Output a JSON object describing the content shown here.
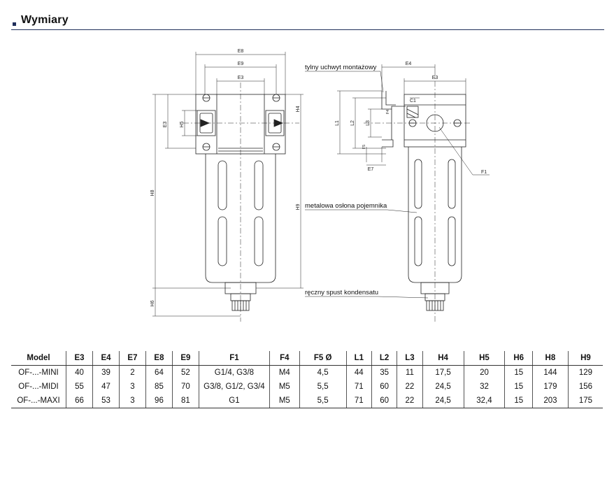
{
  "header": {
    "title": "Wymiary"
  },
  "drawing": {
    "front_labels": {
      "E8": "E8",
      "E9": "E9",
      "E3": "E3",
      "E3v": "E3",
      "H5": "H5",
      "H4": "H4",
      "H8": "H8",
      "H9": "H9",
      "H6": "H6"
    },
    "side_labels": {
      "E4": "E4",
      "E3": "E3",
      "C1": "C1",
      "L1": "L1",
      "L2": "L2",
      "L3": "L3",
      "F4": "F4",
      "F5": "F5",
      "E7": "E7",
      "F1": "F1"
    },
    "callouts": {
      "bracket": "tylny uchwyt montażowy",
      "bowl": "metalowa osłona pojemnika",
      "drain": "ręczny spust kondensatu"
    }
  },
  "table": {
    "columns": [
      "Model",
      "E3",
      "E4",
      "E7",
      "E8",
      "E9",
      "F1",
      "F4",
      "F5 Ø",
      "L1",
      "L2",
      "L3",
      "H4",
      "H5",
      "H6",
      "H8",
      "H9"
    ],
    "rows": [
      [
        "OF-...-MINI",
        "40",
        "39",
        "2",
        "64",
        "52",
        "G1/4, G3/8",
        "M4",
        "4,5",
        "44",
        "35",
        "11",
        "17,5",
        "20",
        "15",
        "144",
        "129"
      ],
      [
        "OF-...-MIDI",
        "55",
        "47",
        "3",
        "85",
        "70",
        "G3/8, G1/2, G3/4",
        "M5",
        "5,5",
        "71",
        "60",
        "22",
        "24,5",
        "32",
        "15",
        "179",
        "156"
      ],
      [
        "OF-...-MAXI",
        "66",
        "53",
        "3",
        "96",
        "81",
        "G1",
        "M5",
        "5,5",
        "71",
        "60",
        "22",
        "24,5",
        "32,4",
        "15",
        "203",
        "175"
      ]
    ]
  }
}
